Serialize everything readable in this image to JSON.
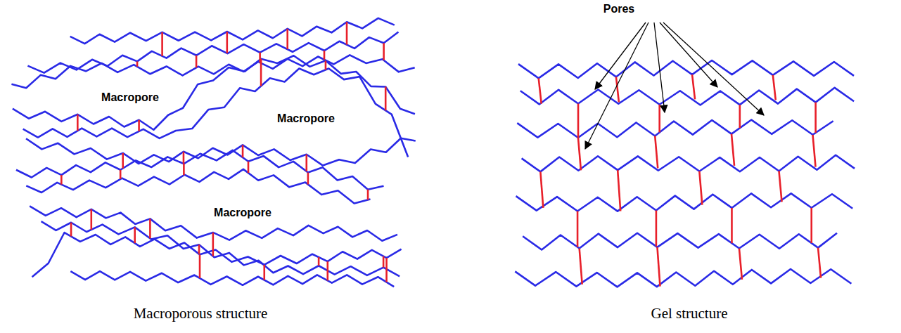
{
  "diagram": {
    "labels": [
      "Macropore",
      "Macropore",
      "Macropore",
      "Pores",
      "Macroporous structure",
      "Gel structure"
    ]
  }
}
